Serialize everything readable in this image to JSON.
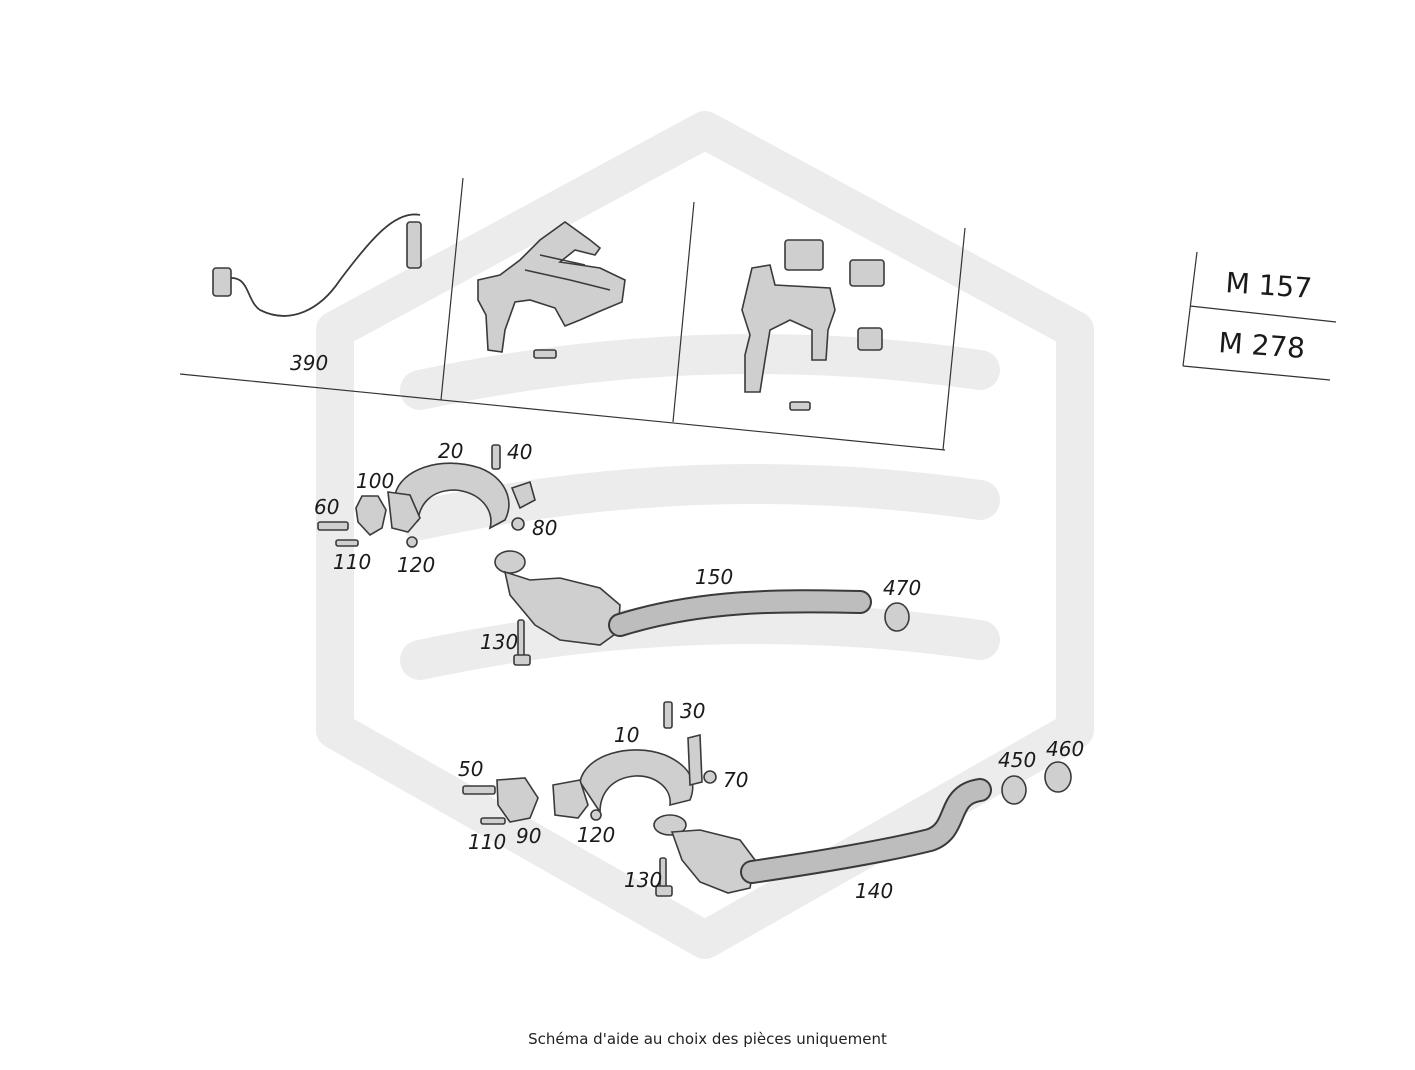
{
  "model_labels": [
    "M 157",
    "M 278"
  ],
  "caption": "Schéma d'aide au choix des pièces uniquement",
  "callouts": {
    "p390": "390",
    "p20": "20",
    "p40": "40",
    "p100": "100",
    "p60": "60",
    "p80": "80",
    "p110a": "110",
    "p120a": "120",
    "p150": "150",
    "p470": "470",
    "p130a": "130",
    "p30": "30",
    "p10": "10",
    "p70": "70",
    "p50": "50",
    "p450": "450",
    "p460": "460",
    "p110b": "110",
    "p90": "90",
    "p120b": "120",
    "p130b": "130",
    "p140": "140"
  },
  "colors": {
    "watermark": "#ececec",
    "line": "#333333",
    "part_fill": "#cfcfcf"
  }
}
